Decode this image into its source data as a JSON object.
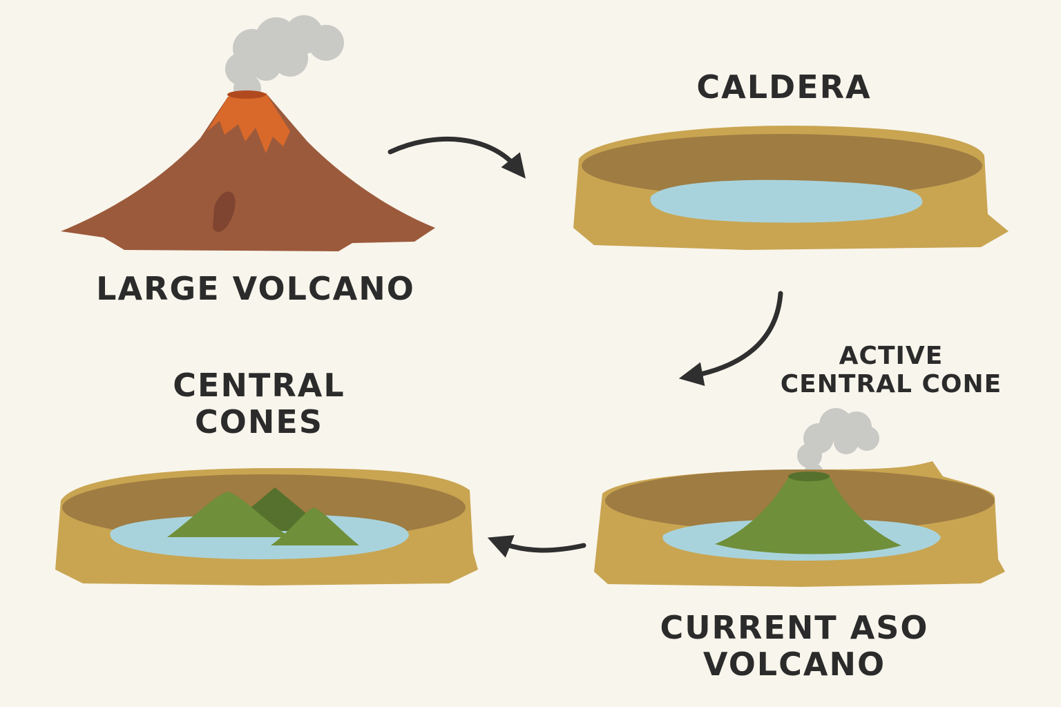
{
  "labels": {
    "large_volcano": "LARGE VOLCANO",
    "caldera": "CALDERA",
    "active_cone_line1": "ACTIVE",
    "active_cone_line2": "CENTRAL CONE",
    "central_cones_line1": "CENTRAL",
    "central_cones_line2": "CONES",
    "current_aso_line1": "CURRENT ASO",
    "current_aso_line2": "VOLCANO"
  },
  "colors": {
    "background": "#f8f5ec",
    "volcano_brown": "#9c5a3c",
    "lava_orange": "#d9692a",
    "rim_tan": "#c9a552",
    "rim_inner": "#9e7c42",
    "water": "#a9d3dc",
    "cone_green": "#6f8f3a",
    "smoke_gray": "#c9c9c6",
    "arrow": "#2f2f2f",
    "text": "#2b2b2b"
  }
}
